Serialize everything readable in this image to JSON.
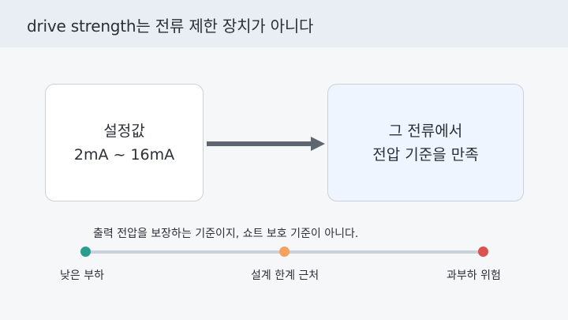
{
  "header": {
    "title": "drive strength는 전류 제한 장치가 아니다"
  },
  "diagram": {
    "left_box": {
      "line1": "설정값",
      "line2": "2mA ~ 16mA"
    },
    "right_box": {
      "line1": "그 전류에서",
      "line2": "전압 기준을 만족"
    },
    "arrow_color": "#5f666f"
  },
  "note": "출력 전압을 보장하는 기준이지, 쇼트 보호 기준이 아니다.",
  "scale": {
    "low_label": "낮은 부하",
    "mid_label": "설계 한계 근처",
    "high_label": "과부하 위험",
    "colors": {
      "low": "#2a9d8f",
      "mid": "#f4a261",
      "high": "#d9534f"
    }
  }
}
